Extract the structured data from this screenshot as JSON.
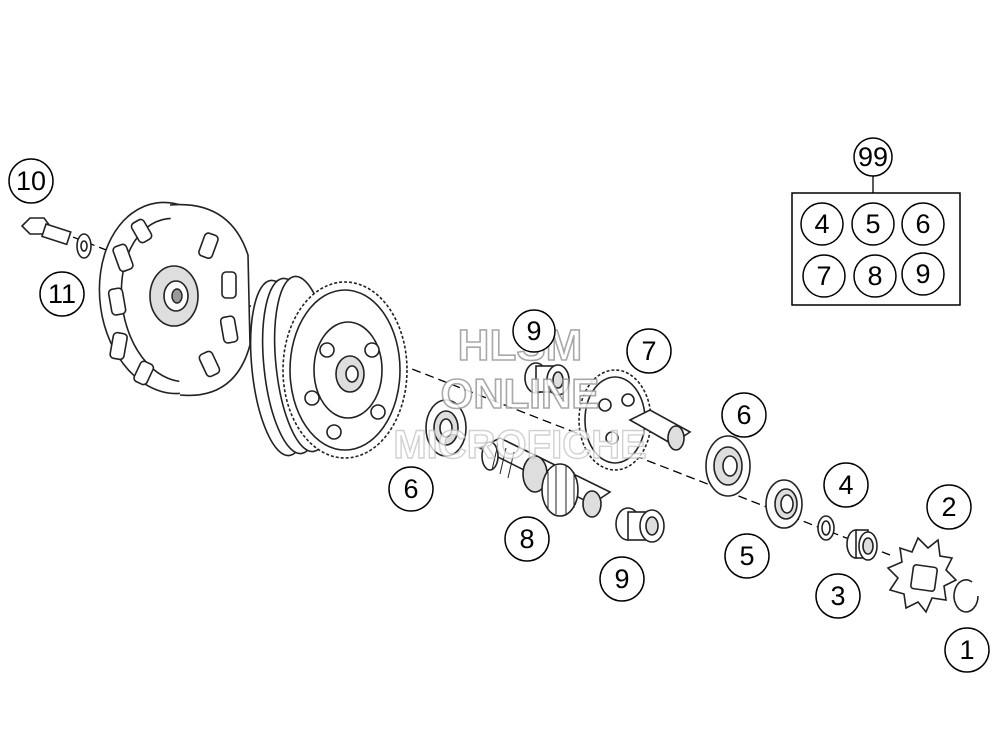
{
  "watermark": {
    "line1": "HLSM",
    "line2": "ONLINE",
    "line3": "MICROFICHE"
  },
  "kit": {
    "label": "99",
    "members": [
      "4",
      "5",
      "6",
      "7",
      "8",
      "9"
    ]
  },
  "callouts": {
    "c1": "1",
    "c2": "2",
    "c3": "3",
    "c4": "4",
    "c5": "5",
    "c6a": "6",
    "c6b": "6",
    "c7": "7",
    "c8": "8",
    "c9a": "9",
    "c9b": "9",
    "c10": "10",
    "c11": "11"
  },
  "colors": {
    "line": "#000000",
    "part_fill": "#ffffff",
    "shade": "#dedede",
    "watermark": "#9a9a9a"
  }
}
